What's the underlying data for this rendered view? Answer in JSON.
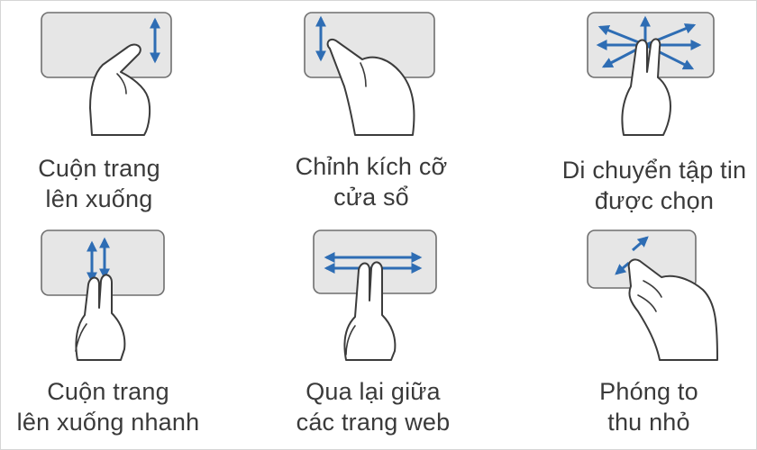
{
  "colors": {
    "arrow": "#2e6db4",
    "pad_fill": "#e6e6e6",
    "outline": "#3c3c3c",
    "text": "#3a3a3a"
  },
  "gestures": [
    {
      "id": "scroll",
      "icon": "two-finger-vertical-arrow-icon",
      "caption_line1": "Cuộn trang",
      "caption_line2": "lên xuống"
    },
    {
      "id": "resize",
      "icon": "one-finger-vertical-arrow-icon",
      "caption_line1": "Chỉnh kích cỡ",
      "caption_line2": "cửa sổ"
    },
    {
      "id": "move",
      "icon": "multi-direction-arrows-icon",
      "caption_line1": "Di chuyển tập tin",
      "caption_line2": "được chọn"
    },
    {
      "id": "fast-scroll",
      "icon": "double-vertical-arrows-icon",
      "caption_line1": "Cuộn trang",
      "caption_line2": "lên xuống nhanh"
    },
    {
      "id": "swipe",
      "icon": "double-horizontal-arrows-icon",
      "caption_line1": "Qua lại giữa",
      "caption_line2": "các trang web"
    },
    {
      "id": "zoom",
      "icon": "pinch-zoom-arrows-icon",
      "caption_line1": "Phóng to",
      "caption_line2": "thu nhỏ"
    }
  ]
}
